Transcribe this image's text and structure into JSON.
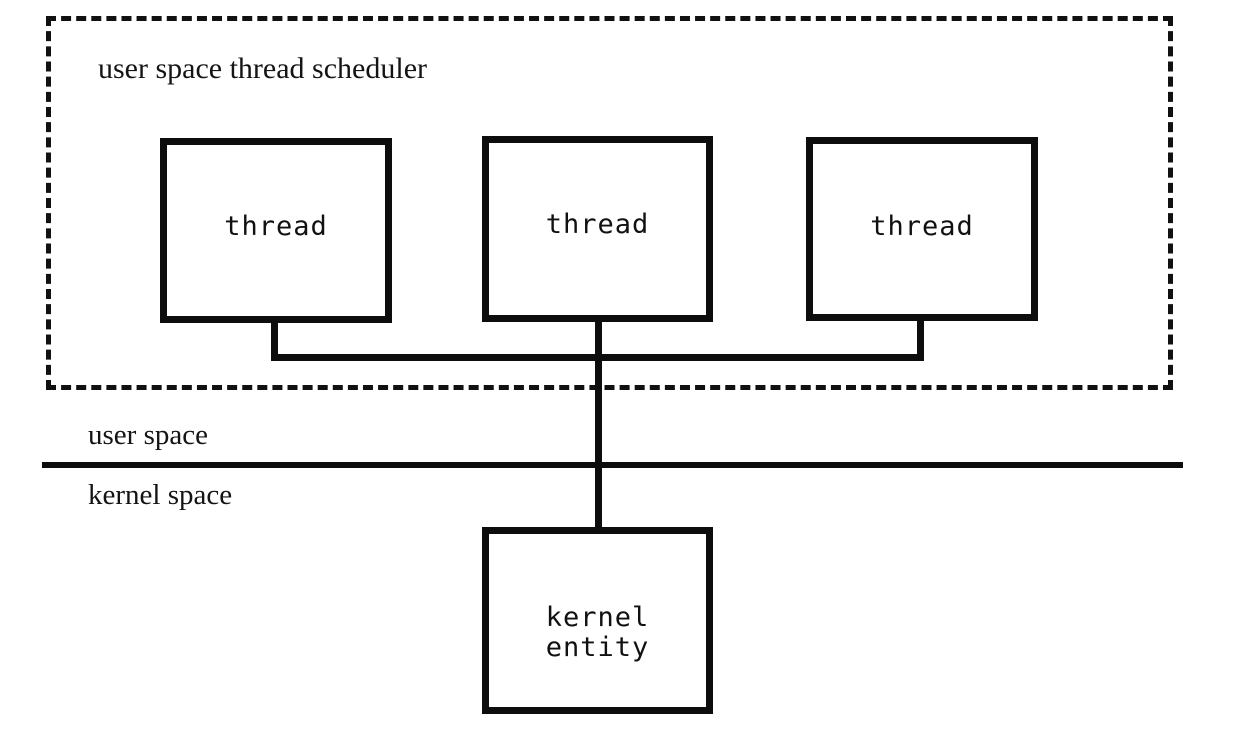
{
  "diagram": {
    "title": "user space thread scheduler",
    "type": "block-diagram",
    "background_color": "#ffffff",
    "stroke_color": "#0d0d0d",
    "text_color": "#141414"
  },
  "regions": {
    "scheduler": {
      "label": "user space thread scheduler",
      "border_style": "dashed"
    },
    "user_space": {
      "label": "user space"
    },
    "kernel_space": {
      "label": "kernel space"
    }
  },
  "nodes": [
    {
      "id": "thread-1",
      "label": "thread",
      "layer": "user space"
    },
    {
      "id": "thread-2",
      "label": "thread",
      "layer": "user space"
    },
    {
      "id": "thread-3",
      "label": "thread",
      "layer": "user space"
    },
    {
      "id": "kernel-entity",
      "label": "kernel\nentity",
      "layer": "kernel space"
    }
  ],
  "connections": [
    {
      "from": "thread-1",
      "to": "bus"
    },
    {
      "from": "thread-2",
      "to": "kernel-entity"
    },
    {
      "from": "thread-3",
      "to": "bus"
    }
  ]
}
